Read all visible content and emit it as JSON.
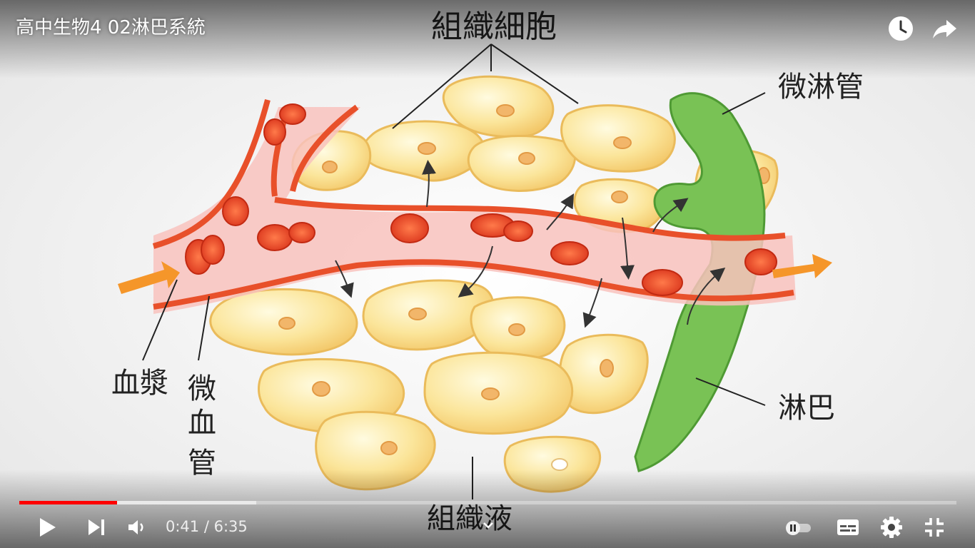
{
  "video": {
    "title": "高中生物4 02淋巴系統",
    "current_time": "0:41",
    "duration": "6:35",
    "time_display": "0:41 / 6:35",
    "played_fraction": 0.104,
    "buffered_fraction": 0.253
  },
  "diagram": {
    "labels": {
      "tissue_cells": "組織細胞",
      "lymph_capillary": "微淋管",
      "plasma": "血漿",
      "capillary_chars": [
        "微",
        "血",
        "管"
      ],
      "lymph": "淋巴",
      "tissue_fluid": "組織液"
    }
  },
  "controls": {
    "play": "play-icon",
    "next": "next-icon",
    "volume": "volume-icon",
    "watch_later": "clock-icon",
    "share": "share-icon",
    "autoplay": "autoplay-toggle-icon",
    "subtitles": "subtitles-icon",
    "settings": "gear-icon",
    "exit_fullscreen": "exit-fullscreen-icon"
  },
  "colors": {
    "progress_played": "#ff0000",
    "vessel": "#e8502a",
    "lymph_vessel": "#66b84a",
    "cell": "#fbe59a"
  }
}
